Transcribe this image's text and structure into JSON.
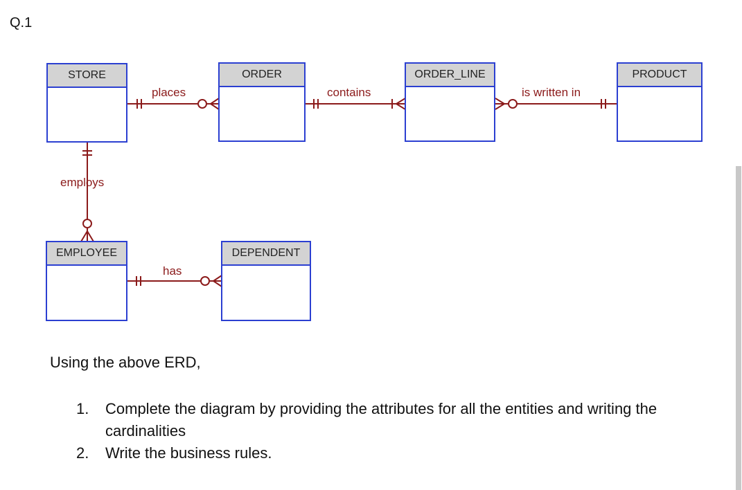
{
  "question_number": "Q.1",
  "diagram": {
    "entities": {
      "store": "STORE",
      "order": "ORDER",
      "order_line": "ORDER_LINE",
      "product": "PRODUCT",
      "employee": "EMPLOYEE",
      "dependent": "DEPENDENT"
    },
    "relationships": {
      "places": "places",
      "contains": "contains",
      "is_written_in": "is written in",
      "employs": "employs",
      "has": "has"
    },
    "colors": {
      "entity_border": "#2b3fd1",
      "entity_header": "#d3d3d3",
      "relationship_line": "#8b1a1a"
    }
  },
  "text": {
    "intro": "Using the above ERD,",
    "items": [
      {
        "num": "1.",
        "text": "Complete the diagram by providing the attributes for all the entities and writing the cardinalities"
      },
      {
        "num": "2.",
        "text": "Write the business rules."
      }
    ]
  }
}
